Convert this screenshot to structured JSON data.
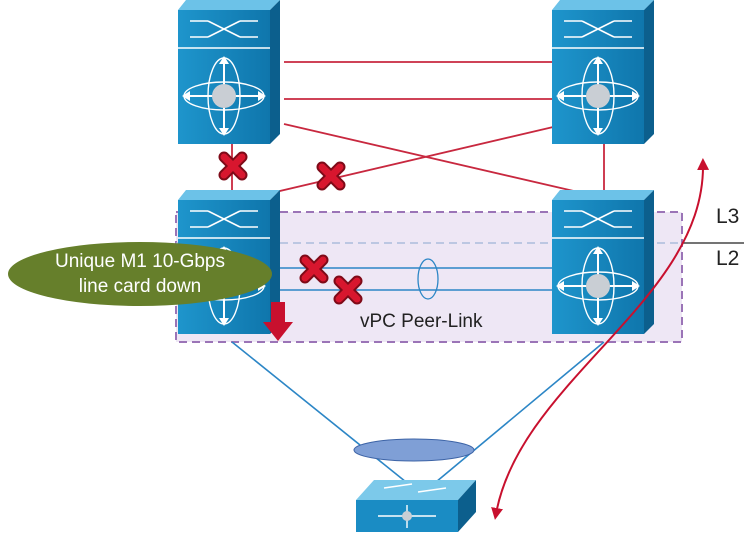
{
  "labels": {
    "peer_link": "vPC Peer-Link",
    "layer_upper": "L3",
    "layer_lower": "L2"
  },
  "callout": {
    "line1": "Unique M1 10-Gbps",
    "line2": "line card down"
  },
  "devices": {
    "top_left": "core-switch-icon",
    "top_right": "core-switch-icon",
    "vpc_left": "core-switch-icon",
    "vpc_right": "core-switch-icon",
    "access": "access-switch-icon"
  },
  "colors": {
    "switch_blue": "#1a8cc4",
    "l3_link": "#c8283f",
    "l2_link": "#2c86c6",
    "failure": "#c8102e",
    "vpc_domain_fill": "#eee7f5",
    "vpc_domain_border": "#9b74b7",
    "callout_fill": "#667f2b"
  },
  "failures": [
    "link-failed-x-icon",
    "link-failed-x-icon",
    "link-failed-x-icon",
    "link-failed-x-icon"
  ]
}
